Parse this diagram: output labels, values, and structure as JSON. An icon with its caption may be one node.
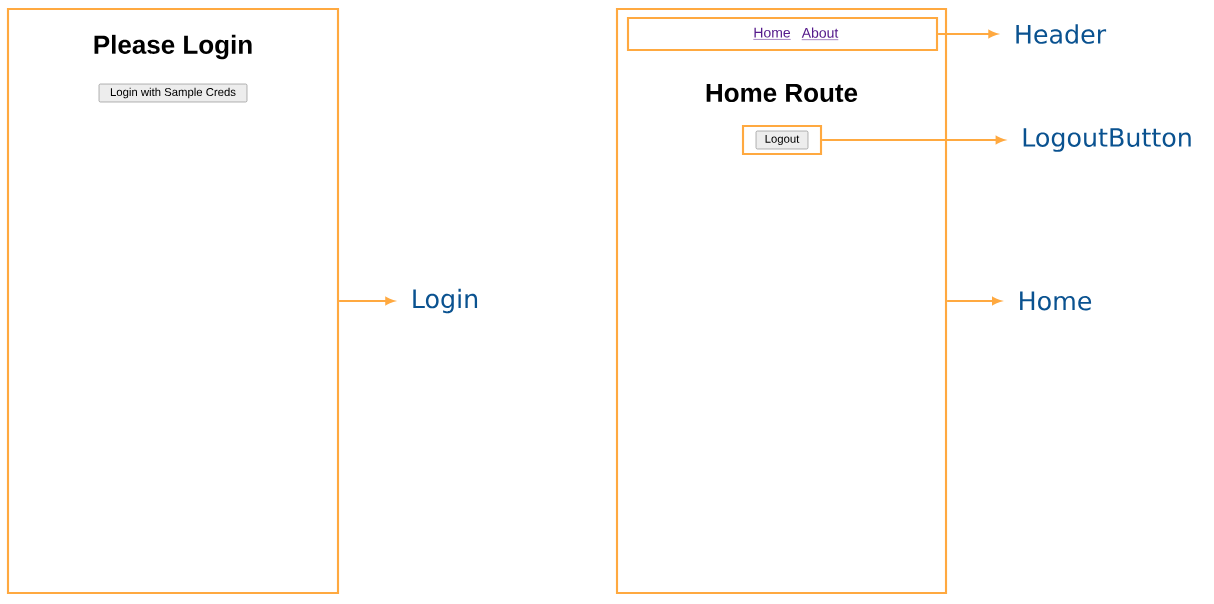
{
  "diagram": {
    "nodes": [
      {
        "text": [
          "Please Login"
        ]
      },
      {
        "text": [
          "Login with Sample Creds"
        ],
        "in": 0
      },
      {
        "text": [
          "Login"
        ]
      },
      {
        "text": [
          "Home Route"
        ]
      },
      {
        "text": [
          "Home",
          "About"
        ],
        "in": 3
      },
      {
        "text": [],
        "shape": "box",
        "in": 3
      },
      {
        "text": [
          "Logout"
        ],
        "in": 5
      },
      {
        "text": [
          "Header"
        ]
      },
      {
        "text": [
          "LogoutButton"
        ]
      },
      {
        "text": [
          "Home"
        ]
      }
    ],
    "edges": [
      {
        "from": 0,
        "to": 2,
        "arrow": "to"
      },
      {
        "from": 4,
        "to": 7,
        "arrow": "to"
      },
      {
        "from": 5,
        "to": 8,
        "arrow": "to"
      },
      {
        "from": 3,
        "to": 9,
        "arrow": "to"
      }
    ]
  }
}
